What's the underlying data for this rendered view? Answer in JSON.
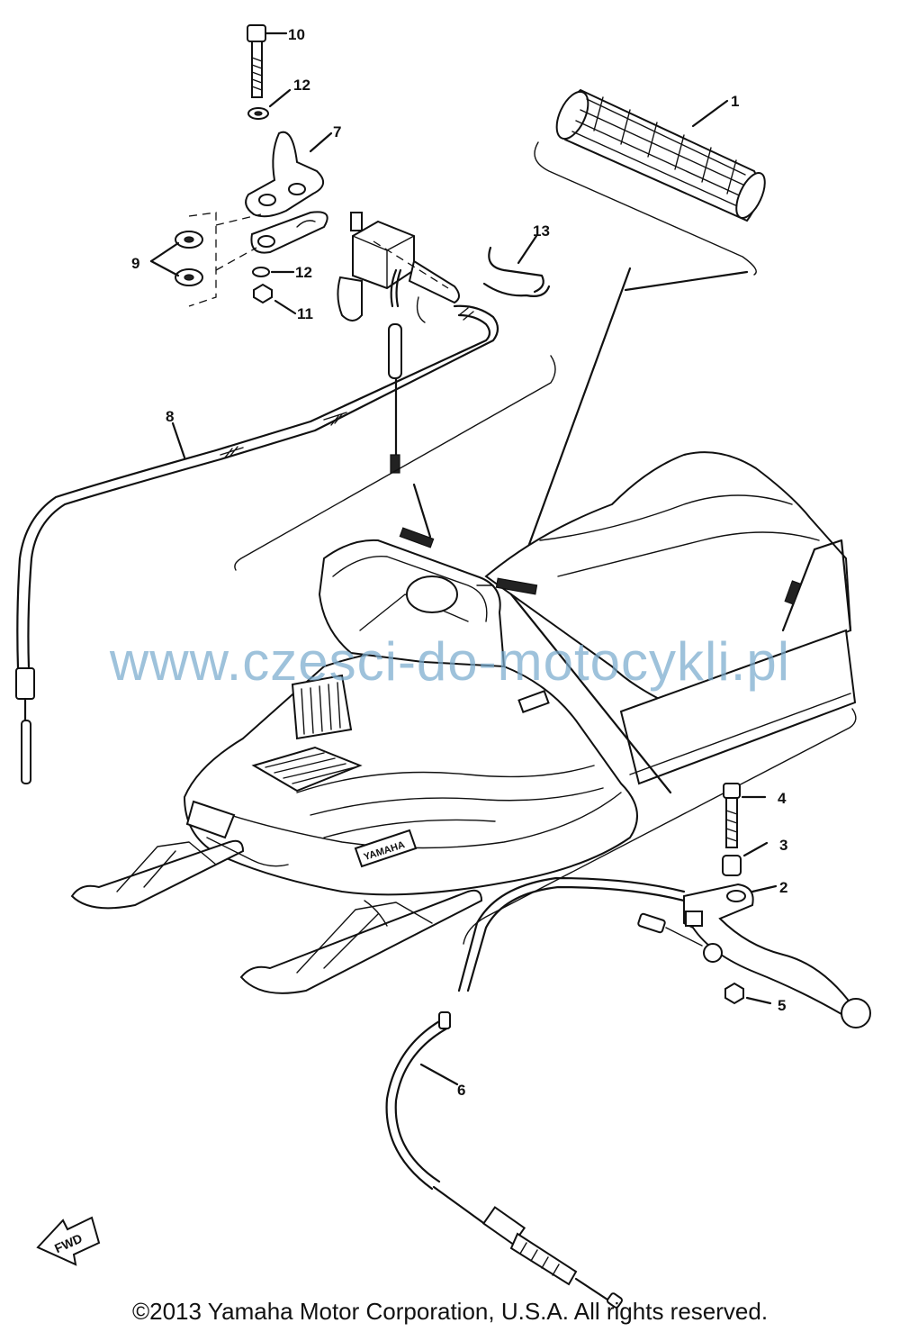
{
  "watermark": "www.czesci-do-motocykli.pl",
  "copyright": "©2013 Yamaha Motor Corporation, U.S.A. All rights reserved.",
  "fwd_label": "FWD",
  "brand_decal": "YAMAHA",
  "callouts": {
    "c1": "1",
    "c2": "2",
    "c3": "3",
    "c4": "4",
    "c5": "5",
    "c6": "6",
    "c7": "7",
    "c8": "8",
    "c9": "9",
    "c10": "10",
    "c11": "11",
    "c12a": "12",
    "c12b": "12",
    "c13": "13"
  }
}
